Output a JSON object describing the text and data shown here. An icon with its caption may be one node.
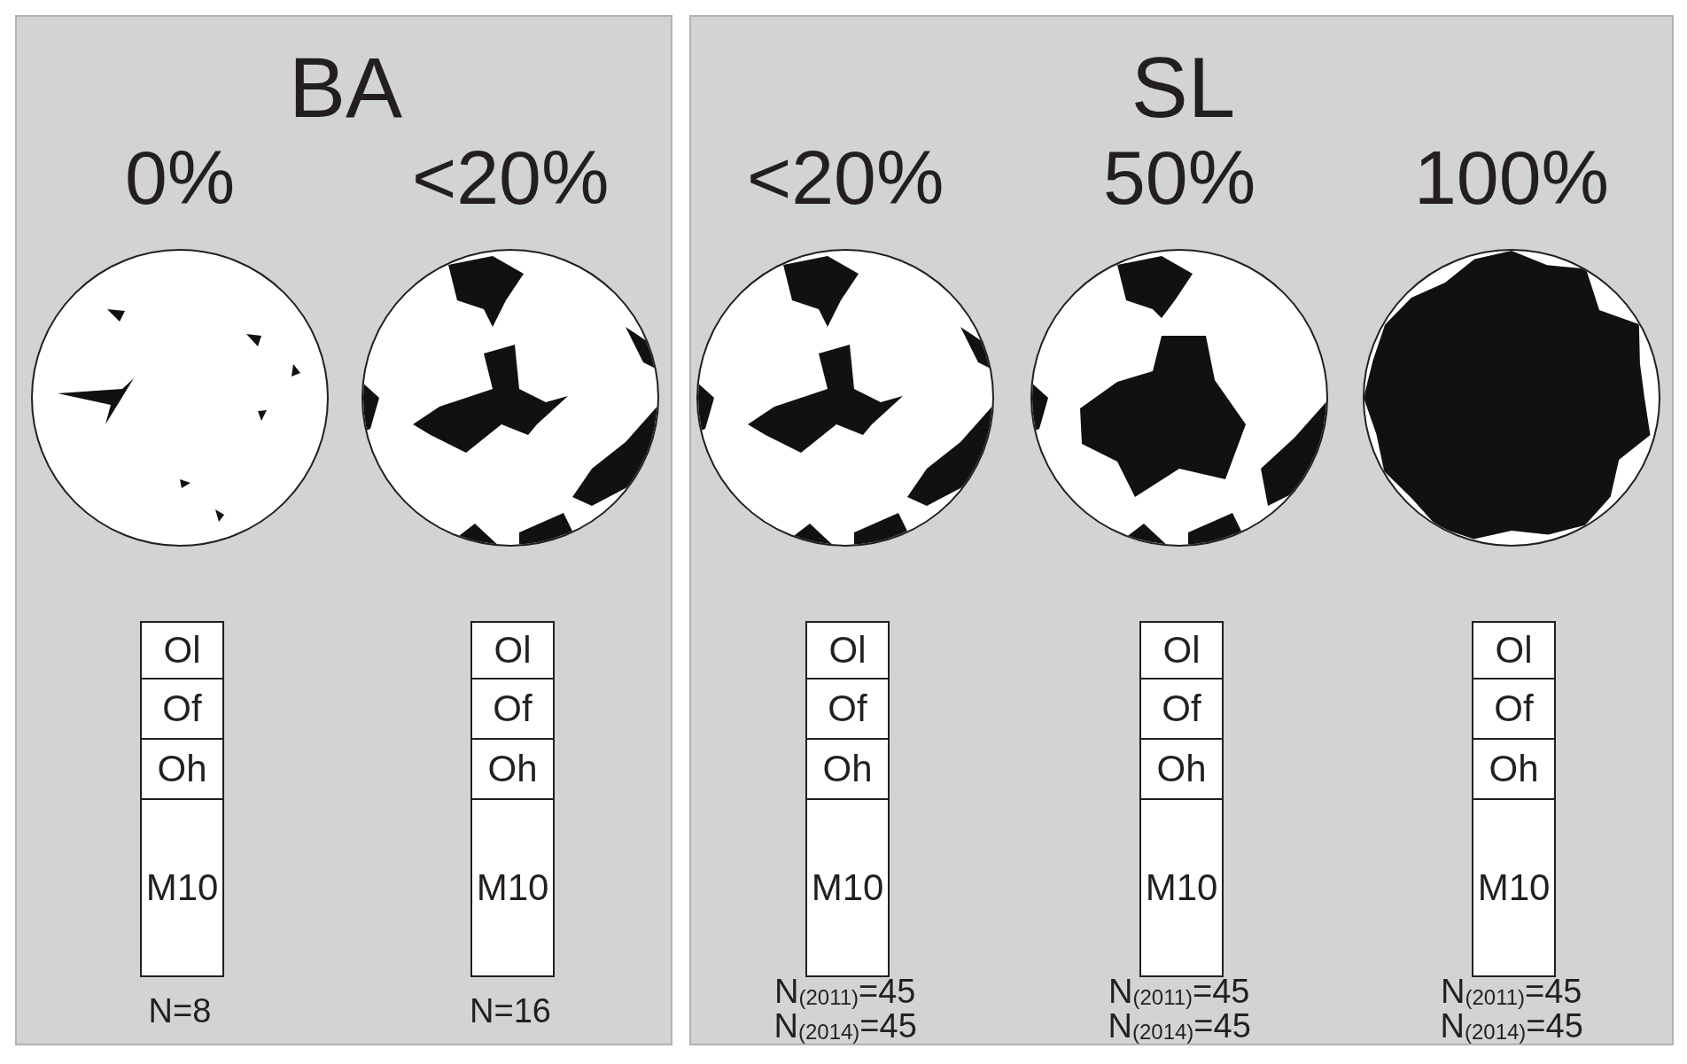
{
  "diagram": {
    "nodes": [
      {
        "text": [
          "BA"
        ]
      },
      {
        "text": [
          "Ol"
        ],
        "in": 0
      },
      {
        "text": [
          "Of"
        ],
        "in": 0
      },
      {
        "text": [
          "Oh"
        ],
        "in": 0
      },
      {
        "text": [
          "M10"
        ],
        "in": 0
      },
      {
        "text": [
          "Ol"
        ],
        "in": 0
      },
      {
        "text": [
          "Of"
        ],
        "in": 0
      },
      {
        "text": [
          "Oh"
        ],
        "in": 0
      },
      {
        "text": [
          "M10"
        ],
        "in": 0
      },
      {
        "text": [
          "SL"
        ]
      },
      {
        "text": [
          "Ol"
        ],
        "in": 9
      },
      {
        "text": [
          "Of"
        ],
        "in": 9
      },
      {
        "text": [
          "Oh"
        ],
        "in": 9
      },
      {
        "text": [
          "M10"
        ],
        "in": 9
      },
      {
        "text": [
          "Ol"
        ],
        "in": 9
      },
      {
        "text": [
          "Of"
        ],
        "in": 9
      },
      {
        "text": [
          "Oh"
        ],
        "in": 9
      },
      {
        "text": [
          "M10"
        ],
        "in": 9
      },
      {
        "text": [
          "Ol"
        ],
        "in": 9
      },
      {
        "text": [
          "Of"
        ],
        "in": 9
      },
      {
        "text": [
          "Oh"
        ],
        "in": 9
      },
      {
        "text": [
          "M10"
        ],
        "in": 9
      }
    ],
    "labels": [
      "0%",
      "<20%",
      "<20%",
      "50%",
      "100%",
      "N=8",
      "N=16",
      "N$_{(2011)}$=45",
      "N$_{(2011)}$=45",
      "N$_{(2011)}$=45",
      "N$_{(2014)}$=45",
      "N$_{(2014)}$=45",
      "N$_{(2014)}$=45"
    ]
  }
}
